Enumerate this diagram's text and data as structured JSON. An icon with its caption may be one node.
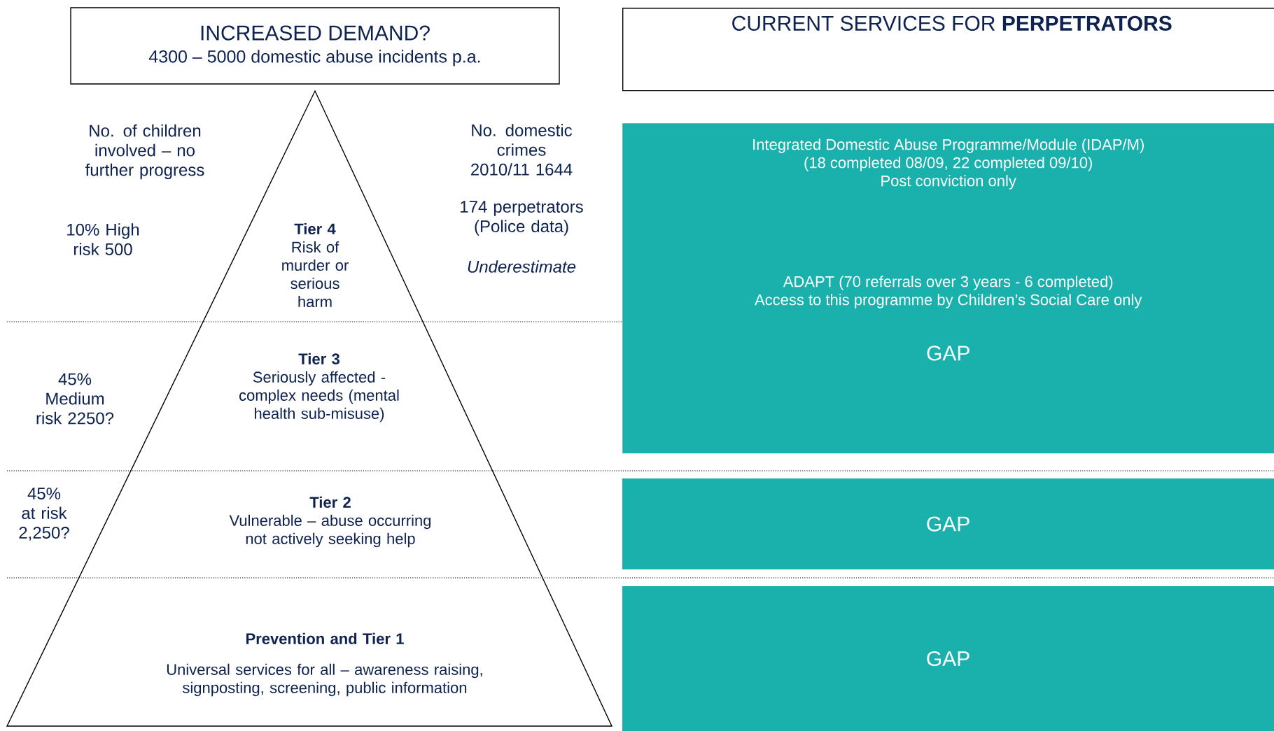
{
  "diagram": {
    "nodes": [
      {
        "text": [
          "INCREASED DEMAND?",
          "4300 – 5000 domestic abuse incidents p.a."
        ]
      },
      {
        "text": [
          "CURRENT SERVICES FOR **PERPETRATORS**"
        ]
      },
      {
        "text": [
          "Tier 4",
          "Risk of murder or serious harm"
        ]
      },
      {
        "text": [
          "Tier 3",
          "Seriously affected - complex needs (mental health sub-misuse)"
        ]
      },
      {
        "text": [
          "Tier 2",
          "Vulnerable – abuse occurring not actively seeking help"
        ]
      },
      {
        "text": [
          "Prevention and Tier 1",
          "Universal services for all – awareness raising, signposting, screening, public information"
        ]
      },
      {
        "text": [
          "Integrated Domestic Abuse Programme/Module (IDAP/M)",
          "(18 completed 08/09, 22 completed 09/10)",
          "Post conviction only",
          "ADAPT (70 referrals over 3 years - 6 completed)",
          "Access to this programme by Children’s Social Care only",
          "GAP"
        ]
      },
      {
        "text": [
          "GAP"
        ]
      },
      {
        "text": [
          "GAP"
        ]
      }
    ],
    "labels": [
      "No. of children involved – no further progress",
      "No. domestic crimes 2010/11 1644",
      "10% High risk 500",
      "174 perpetrators (Police data)",
      "Underestimate",
      "45% Medium risk 2250?",
      "45% at risk 2,250?"
    ]
  }
}
